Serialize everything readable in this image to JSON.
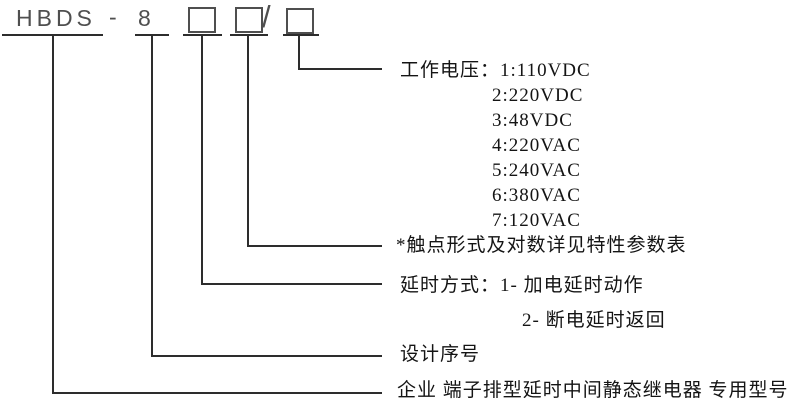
{
  "header": {
    "model_prefix": "HBDS",
    "separator": "-",
    "series_number": "8",
    "slash": "/",
    "placeholder_boxes": [
      "delay-mode-box",
      "contact-form-box",
      "working-voltage-box"
    ]
  },
  "colors": {
    "background": "#ffffff",
    "line": "#2d2d2d",
    "header_gray": "#4f4f4f",
    "text": "#141414"
  },
  "callouts": {
    "working_voltage": {
      "label": "工作电压：",
      "options": [
        "1:110VDC",
        "2:220VDC",
        "3:48VDC",
        "4:220VAC",
        "5:240VAC",
        "6:380VAC",
        "7:120VAC"
      ]
    },
    "contact_note": "*触点形式及对数详见特性参数表",
    "delay_mode": {
      "label": "延时方式：",
      "options": [
        "1- 加电延时动作",
        "2- 断电延时返回"
      ]
    },
    "design_serial": "设计序号",
    "model_description": "企业 端子排型延时中间静态继电器 专用型号"
  }
}
